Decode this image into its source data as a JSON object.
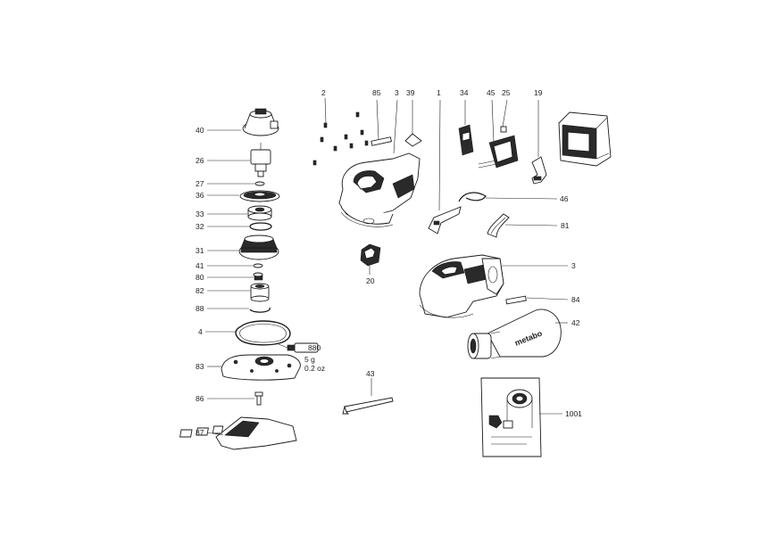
{
  "callouts": {
    "c2": "2",
    "c85": "85",
    "c3a": "3",
    "c39": "39",
    "c1": "1",
    "c34": "34",
    "c45": "45",
    "c25": "25",
    "c19": "19",
    "c40": "40",
    "c26": "26",
    "c27": "27",
    "c36": "36",
    "c33": "33",
    "c32": "32",
    "c31": "31",
    "c41": "41",
    "c80": "80",
    "c82": "82",
    "c88": "88",
    "c4": "4",
    "c83": "83",
    "c86": "86",
    "c87": "87",
    "c20": "20",
    "c46": "46",
    "c81": "81",
    "c3b": "3",
    "c84": "84",
    "c42": "42",
    "c43": "43",
    "c1001": "1001"
  },
  "grease": {
    "code": "880",
    "amount": "5 g",
    "amount_oz": "0.2 oz"
  },
  "brand_on_cover": "metabo"
}
